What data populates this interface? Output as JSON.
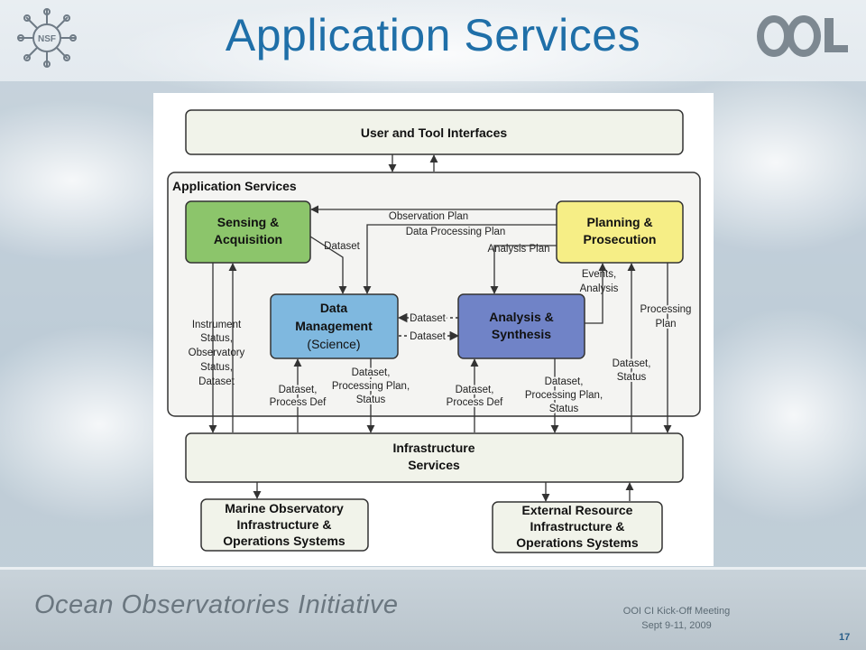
{
  "slide": {
    "title": "Application Services",
    "brand": "Ocean Observatories Initiative",
    "footer_line1": "OOI CI Kick-Off Meeting",
    "footer_line2": "Sept 9-11, 2009",
    "page_number": "17",
    "nsf_logo_text": "NSF"
  },
  "diagram": {
    "user_tool_interfaces": "User and Tool Interfaces",
    "app_services_label": "Application Services",
    "sensing": [
      "Sensing &",
      "Acquisition"
    ],
    "planning": [
      "Planning &",
      "Prosecution"
    ],
    "data_mgmt": [
      "Data",
      "Management",
      "(Science)"
    ],
    "analysis": [
      "Analysis &",
      "Synthesis"
    ],
    "infrastructure": [
      "Infrastructure",
      "Services"
    ],
    "marine": [
      "Marine Observatory",
      "Infrastructure &",
      "Operations Systems"
    ],
    "external": [
      "External Resource",
      "Infrastructure &",
      "Operations Systems"
    ],
    "labels": {
      "observation_plan": "Observation Plan",
      "data_processing_plan": "Data Processing Plan",
      "analysis_plan": "Analysis Plan",
      "dataset_top": "Dataset",
      "events_analysis": [
        "Events,",
        "Analysis"
      ],
      "dataset_1": "Dataset",
      "dataset_2": "Dataset",
      "instrument_status": [
        "Instrument",
        "Status,",
        "Observatory",
        "Status,",
        "Dataset"
      ],
      "processing_plan": [
        "Processing",
        "Plan"
      ],
      "dataset_status": [
        "Dataset,",
        "Status"
      ],
      "dm_dataset_process": [
        "Dataset,",
        "Process Def"
      ],
      "dm_dataset_plan": [
        "Dataset,",
        "Processing Plan,",
        "Status"
      ],
      "as_dataset_process": [
        "Dataset,",
        "Process Def"
      ],
      "as_dataset_plan": [
        "Dataset,",
        "Processing Plan,",
        "Status"
      ]
    }
  },
  "colors": {
    "title": "#1f6fa8",
    "sensing": "#8cc56b",
    "planning": "#f6ee86",
    "data_mgmt": "#7fb8df",
    "analysis": "#7083c7",
    "neutral_box": "#f1f3ea"
  }
}
